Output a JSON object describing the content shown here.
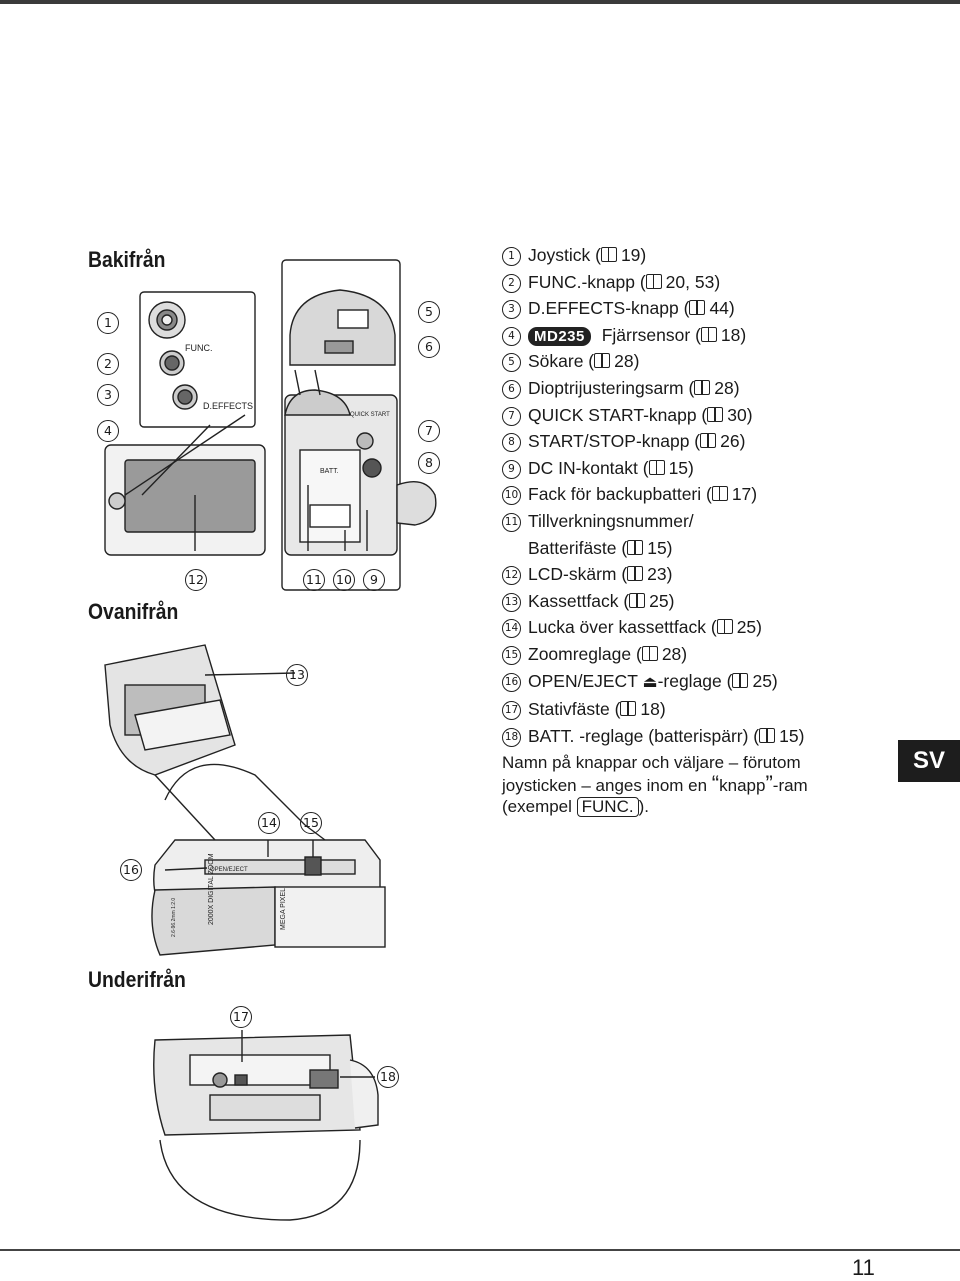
{
  "sections": {
    "back": "Bakifrån",
    "top": "Ovanifrån",
    "bottom": "Underifrån"
  },
  "figure_labels": {
    "func": "FUNC.",
    "deffects": "D.EFFECTS",
    "quick_start": "QUICK START",
    "batt": "BATT.",
    "open_eject": "OPEN/EJECT",
    "zoom_spec": "2000X DIGITAL ZOOM",
    "megapixel": "MEGA PIXEL",
    "lens": "2.6-96.2mm 1:2.0"
  },
  "callout_numbers": [
    "1",
    "2",
    "3",
    "4",
    "5",
    "6",
    "7",
    "8",
    "9",
    "10",
    "11",
    "12",
    "13",
    "14",
    "15",
    "16",
    "17",
    "18"
  ],
  "parts_list": [
    {
      "num": "1",
      "text": "Joystick (",
      "page": "19)"
    },
    {
      "num": "2",
      "text": "FUNC.-knapp (",
      "page": "20, 53)"
    },
    {
      "num": "3",
      "text": "D.EFFECTS-knapp (",
      "page": "44)"
    },
    {
      "num": "4",
      "badge": "MD235",
      "text": " Fjärrsensor (",
      "page": "18)"
    },
    {
      "num": "5",
      "text": "Sökare (",
      "page": "28)"
    },
    {
      "num": "6",
      "text": "Dioptrijusteringsarm (",
      "page": "28)"
    },
    {
      "num": "7",
      "text": "QUICK START-knapp (",
      "page": "30)"
    },
    {
      "num": "8",
      "text": "START/STOP-knapp (",
      "page": "26)"
    },
    {
      "num": "9",
      "text": "DC IN-kontakt (",
      "page": "15)"
    },
    {
      "num": "10",
      "text": "Fack för backupbatteri (",
      "page": "17)"
    },
    {
      "num": "11",
      "text": "Tillverkningsnummer/",
      "cont": "Batterifäste (",
      "page": "15)"
    },
    {
      "num": "12",
      "text": "LCD-skärm (",
      "page": "23)"
    },
    {
      "num": "13",
      "text": "Kassettfack (",
      "page": "25)"
    },
    {
      "num": "14",
      "text": "Lucka över kassettfack (",
      "page": "25)"
    },
    {
      "num": "15",
      "text": "Zoomreglage (",
      "page": "28)"
    },
    {
      "num": "16",
      "text": "OPEN/EJECT ",
      "suffix": "-reglage (",
      "page": "25)"
    },
    {
      "num": "17",
      "text": "Stativfäste (",
      "page": "18)"
    },
    {
      "num": "18",
      "text": "BATT. -reglage (batterispärr) (",
      "page": "15)"
    }
  ],
  "note": {
    "line1": "Namn på knappar och väljare – förutom",
    "line2": "joysticken – anges inom en ",
    "quoted": "knapp",
    "line2_end": "-ram",
    "line3_start": "(exempel ",
    "example_key": "FUNC.",
    "line3_end": ")."
  },
  "language_tab": "SV",
  "page_number": "11"
}
